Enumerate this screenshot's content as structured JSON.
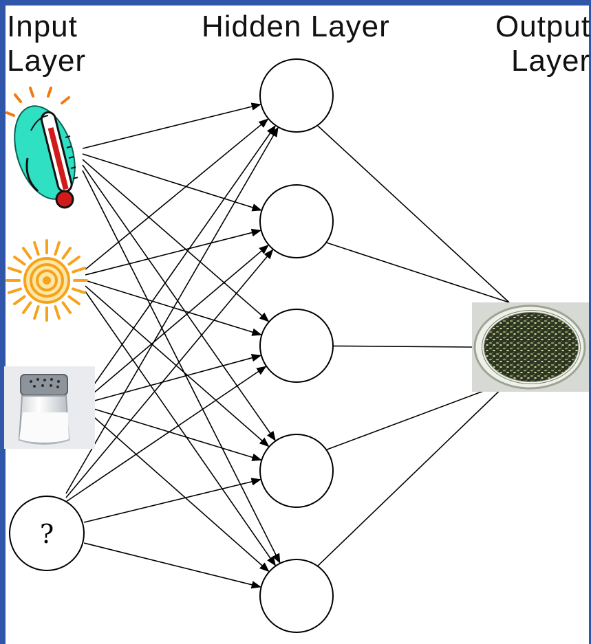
{
  "layers": {
    "input_label_line1": "Input",
    "input_label_line2": "Layer",
    "hidden_label": "Hidden Layer",
    "output_label_line1": "Output",
    "output_label_line2": "Layer"
  },
  "input_nodes": [
    {
      "icon": "thermometer-icon"
    },
    {
      "icon": "sun-icon"
    },
    {
      "icon": "salt-shaker-icon"
    },
    {
      "icon": "question-node",
      "text": "?"
    }
  ],
  "hidden_node_count": 5,
  "output_node": {
    "icon": "cell-microscope-icon"
  },
  "colors": {
    "frame": "#2f56a8",
    "line": "#000000",
    "sun": "#f7a21b",
    "thermometer_bg": "#2fe0c2",
    "thermometer_red": "#d11a1a"
  }
}
